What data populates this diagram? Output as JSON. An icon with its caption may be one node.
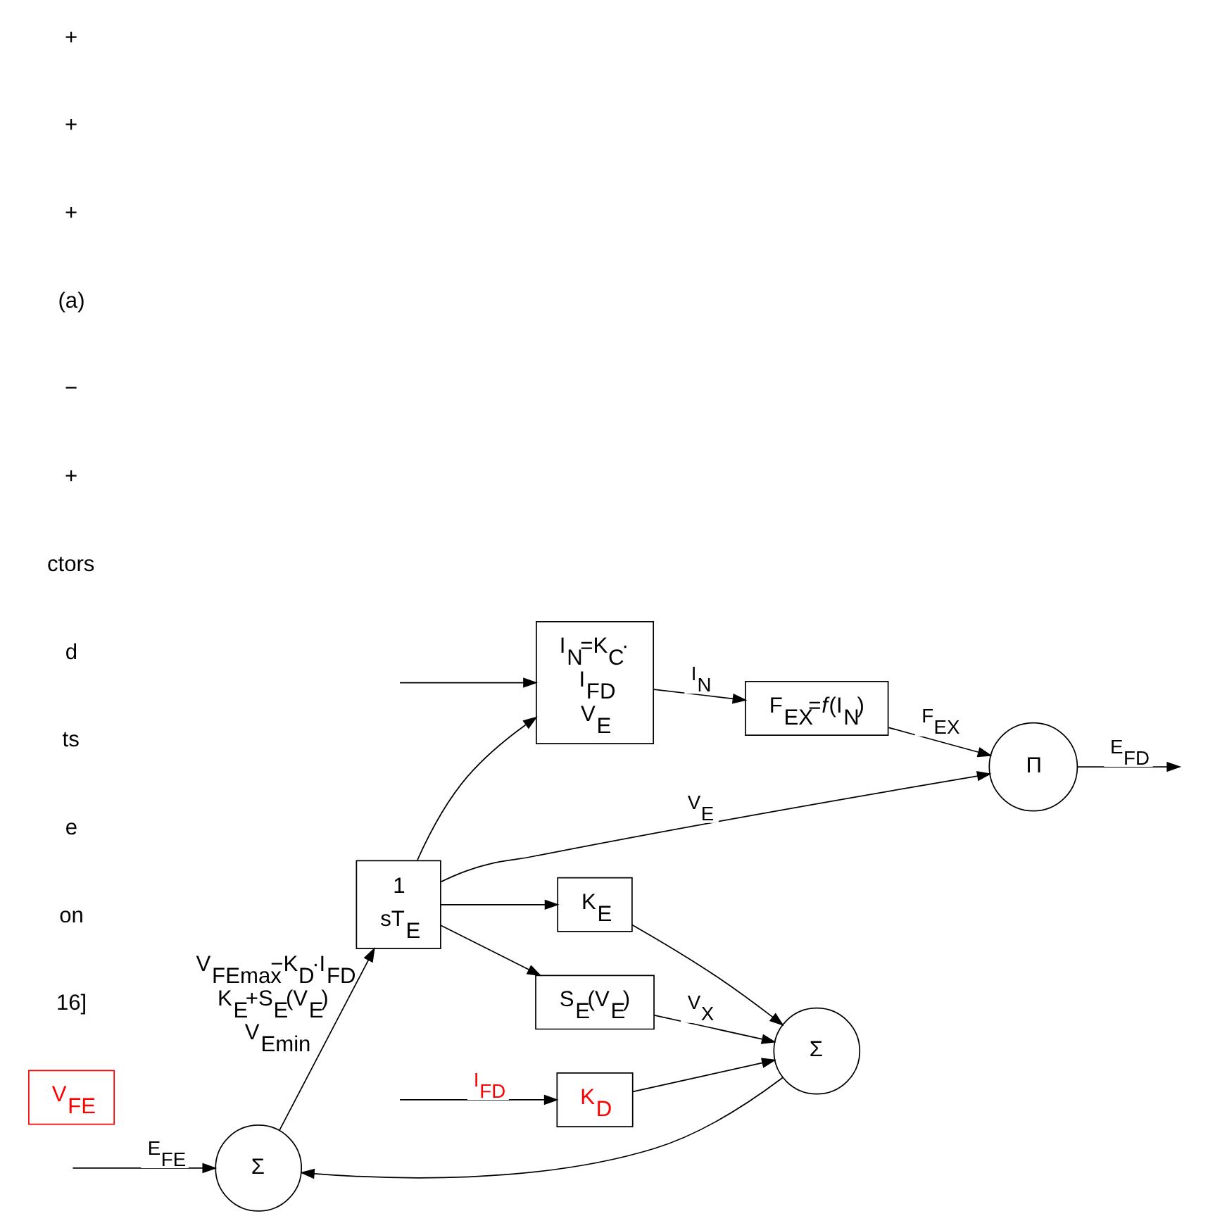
{
  "diagram": {
    "nodes": [
      {
        "text": [
          "Σ"
        ]
      },
      {
        "text": [
          "1",
          "sT$_{E}$"
        ],
        "beside": [
          "V$_{FEmax}$−K$_{D}$·I$_{FD}$",
          "K$_{E}$+S$_{E}$(V$_{E}$)",
          "V$_{Emin}$"
        ]
      },
      {
        "text": [
          "Π"
        ]
      },
      {
        "text": [
          "F$_{EX}$=*f*(I$_{N}$)"
        ]
      },
      {
        "text": [
          "S$_{E}$(V$_{E}$)"
        ]
      },
      {
        "text": [
          "K$_{E}$"
        ]
      },
      {
        "text": [
          "I$_{N}$=K$_{C}$·",
          "I$_{FD}$",
          "V$_{E}$"
        ]
      },
      {
        "text": [
          "Σ"
        ]
      },
      {
        "text": [
          "K$_{D}$"
        ]
      },
      {
        "text": [
          "V$_{FE}$"
        ]
      }
    ],
    "edges": [
      {
        "from": null,
        "to": 0,
        "arrow": "to",
        "label": "E$_{FE}$"
      },
      {
        "from": 0,
        "to": 1,
        "arrow": "to"
      },
      {
        "from": 1,
        "to": 2,
        "arrow": "to",
        "label": "V$_{E}$"
      },
      {
        "from": 2,
        "to": null,
        "arrow": "to",
        "label": "E$_{FD}$"
      },
      {
        "from": 3,
        "to": 2,
        "arrow": "to",
        "label": "F$_{EX}$"
      },
      {
        "from": 6,
        "to": 3,
        "arrow": "to",
        "label": "I$_{N}$"
      },
      {
        "from": 1,
        "to": 4,
        "arrow": "to"
      },
      {
        "from": 1,
        "to": 5,
        "arrow": "to"
      },
      {
        "from": 1,
        "to": 6,
        "arrow": "to"
      },
      {
        "from": 4,
        "to": 7,
        "arrow": "to",
        "label": "V$_{X}$"
      },
      {
        "from": 5,
        "to": 7,
        "arrow": "to"
      },
      {
        "from": 8,
        "to": 7,
        "arrow": "to"
      },
      {
        "from": 7,
        "to": 0,
        "arrow": "to"
      },
      {
        "from": null,
        "to": 8,
        "arrow": "to",
        "label": "I$_{FD}$"
      },
      {
        "from": null,
        "to": 6,
        "arrow": "to"
      }
    ],
    "labels": [
      "16]",
      "on",
      "e",
      "ts",
      "d",
      "ctors",
      "+",
      "−",
      "(a)",
      "+",
      "+",
      "+"
    ]
  }
}
